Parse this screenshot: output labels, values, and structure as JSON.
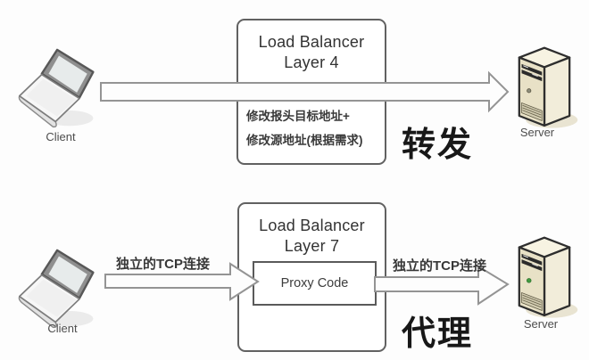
{
  "top_flow": {
    "client_label": "Client",
    "server_label": "Server",
    "balancer_title_line1": "Load Balancer",
    "balancer_title_line2": "Layer 4",
    "action_note_line1": "修改报头目标地址+",
    "action_note_line2": "修改源地址(根据需求)",
    "mode_label": "转发"
  },
  "bottom_flow": {
    "client_label": "Client",
    "server_label": "Server",
    "balancer_title_line1": "Load Balancer",
    "balancer_title_line2": "Layer 7",
    "proxy_box_label": "Proxy Code",
    "client_connection_label": "独立的TCP连接",
    "server_connection_label": "独立的TCP连接",
    "mode_label": "代理"
  },
  "colors": {
    "background": "#fdfdfd",
    "box_border": "#616161",
    "arrow_outline": "#949494",
    "arrow_fill": "#fdfdfd",
    "text": "#333333",
    "mode_text": "#181818",
    "server_front": "#e8e1c6",
    "server_side": "#f2edda",
    "server_top": "#f7f3e2",
    "server_led_green": "#3f9a3f",
    "laptop_frame": "#8f8f8f"
  }
}
